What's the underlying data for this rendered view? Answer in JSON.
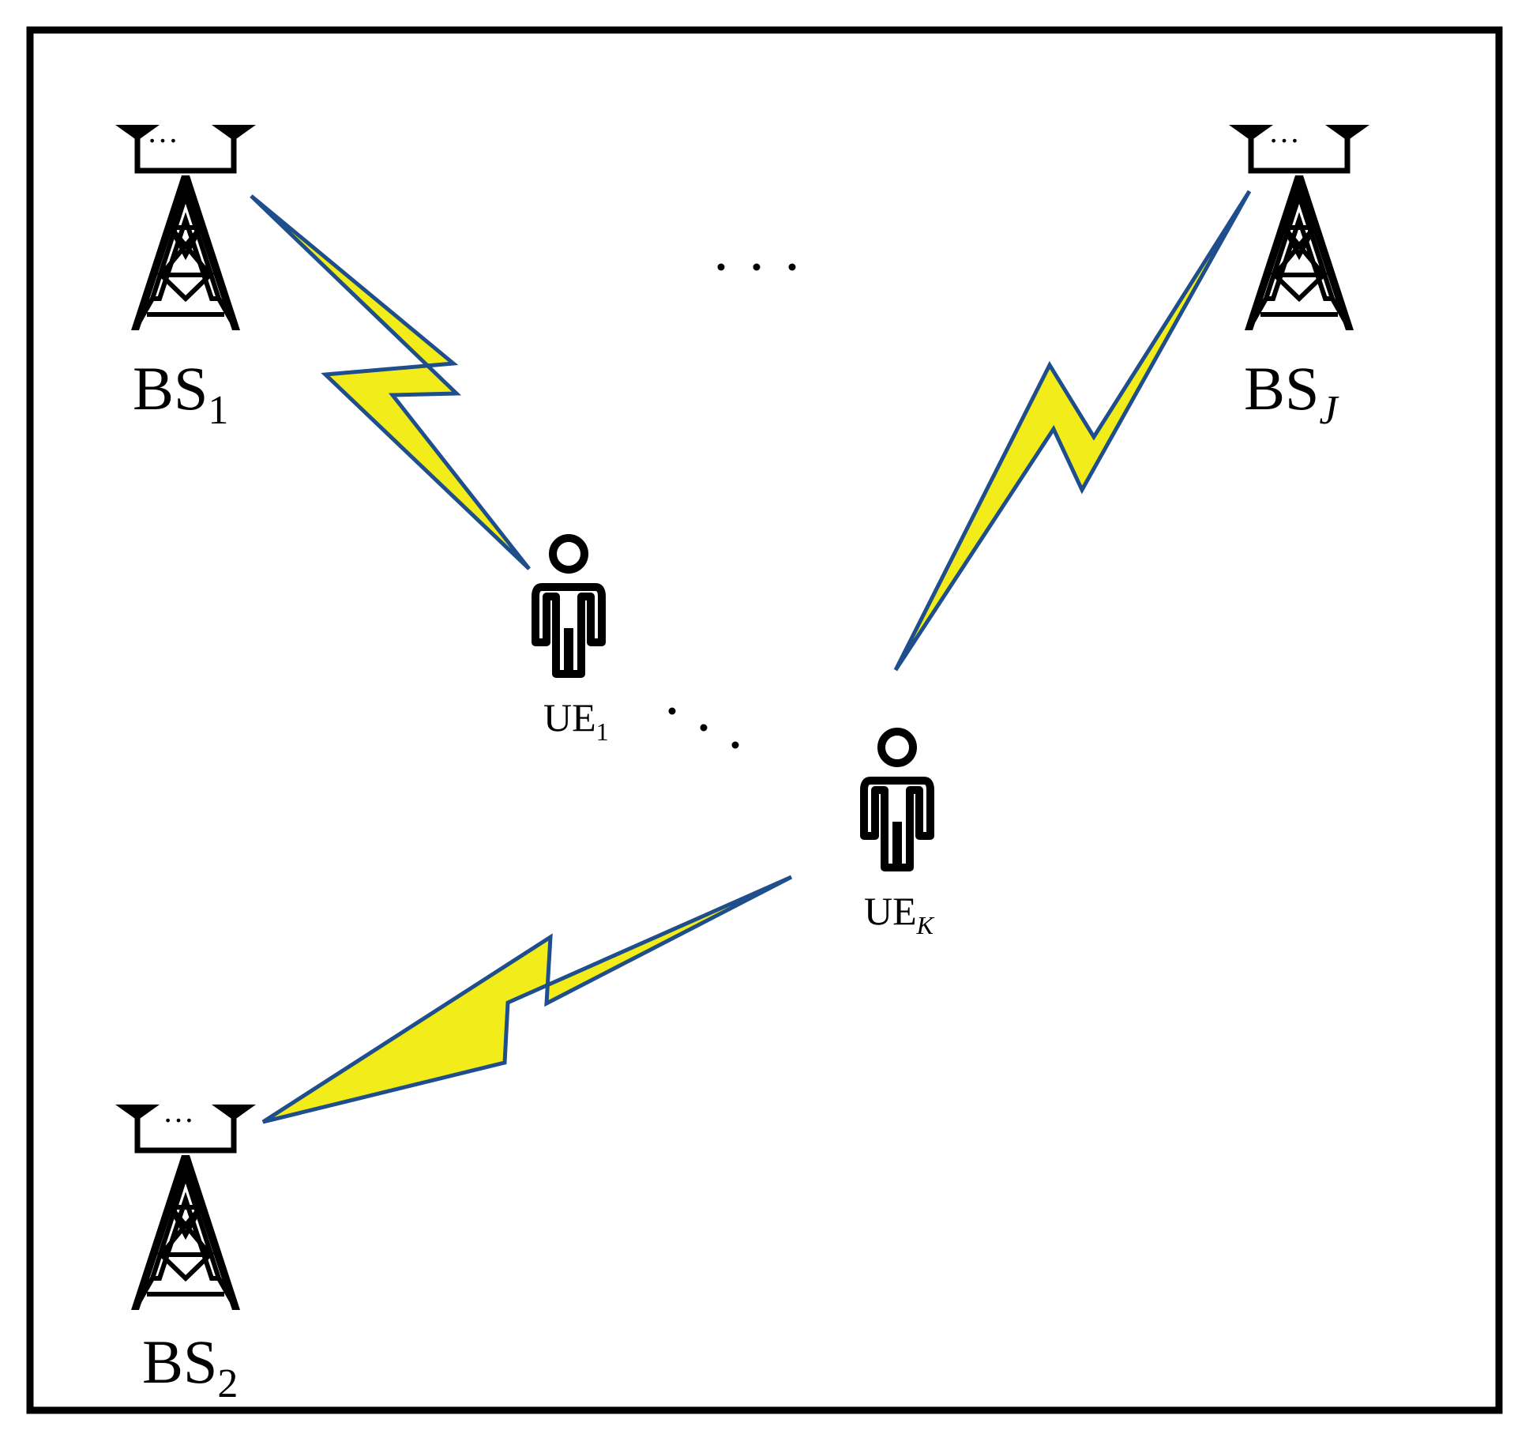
{
  "base_stations": [
    {
      "id": "bs1",
      "label": "BS",
      "subscript": "1",
      "sub_italic": false
    },
    {
      "id": "bsJ",
      "label": "BS",
      "subscript": "J",
      "sub_italic": true
    },
    {
      "id": "bs2",
      "label": "BS",
      "subscript": "2",
      "sub_italic": false
    }
  ],
  "users": [
    {
      "id": "ue1",
      "label": "UE",
      "subscript": "1",
      "sub_italic": false
    },
    {
      "id": "ueK",
      "label": "UE",
      "subscript": "K",
      "sub_italic": true
    }
  ],
  "antenna_dots": "…",
  "links": [
    {
      "from": "BS1",
      "to": "UE1"
    },
    {
      "from": "BSJ",
      "to": "UEK"
    },
    {
      "from": "BS2",
      "to": "UEK"
    }
  ],
  "colors": {
    "link_fill": "#f2ec1b",
    "link_stroke": "#1f4e8c",
    "border": "#000000"
  },
  "ellipses": [
    "top",
    "middle"
  ]
}
